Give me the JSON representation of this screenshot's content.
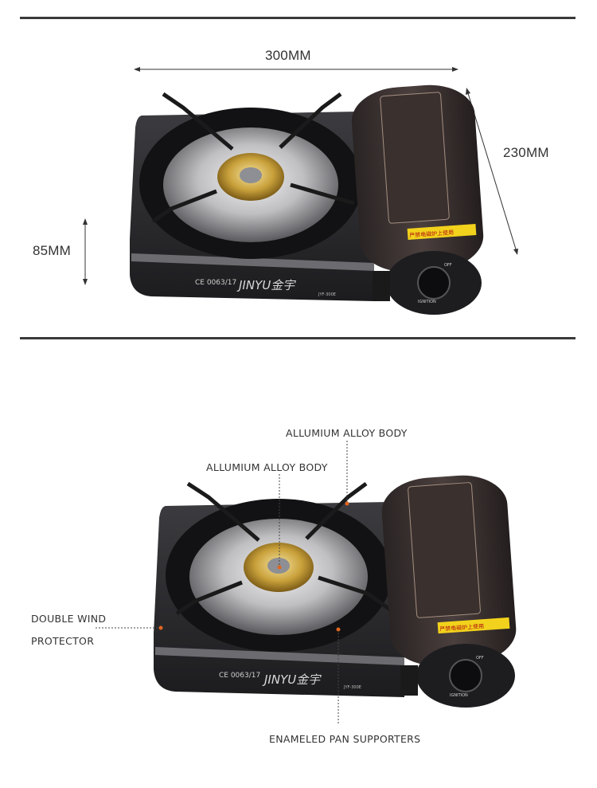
{
  "dimensions": {
    "width": "300MM",
    "depth": "230MM",
    "height": "85MM"
  },
  "product": {
    "brand": "JINYU金宇",
    "ce_mark": "CE 0063/17",
    "model": "JYF-300E",
    "warning_sticker": "严禁电磁炉上使用",
    "knob_off": "OFF",
    "knob_ignition": "IGNITION"
  },
  "callouts": {
    "body_top": "ALLUMIUM ALLOY BODY",
    "body_mid": "ALLUMIUM ALLOY BODY",
    "wind_line1": "DOUBLE WIND",
    "wind_line2": "PROTECTOR",
    "pan": "ENAMELED PAN SUPPORTERS"
  },
  "colors": {
    "accent_dot": "#e0651f",
    "stove_body": "#2b2b2e",
    "brass": "#c9a13b"
  }
}
